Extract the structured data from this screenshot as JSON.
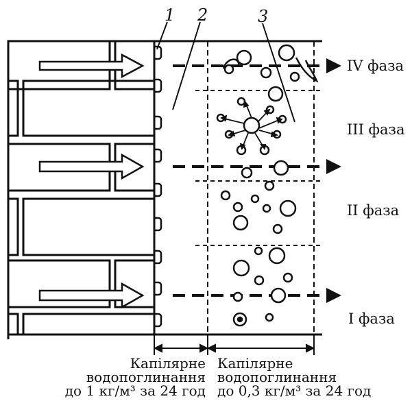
{
  "callouts": [
    "1",
    "2",
    "3"
  ],
  "phases": {
    "iv": "IV фаза",
    "iii": "III фаза",
    "ii": "II фаза",
    "i": "I фаза"
  },
  "captions": {
    "left": [
      "Капілярне",
      "водопоглинання",
      "до 1 кг/м³ за 24 год"
    ],
    "right": [
      "Капілярне",
      "водопоглинання",
      "до 0,3 кг/м³ за 24 год"
    ]
  }
}
